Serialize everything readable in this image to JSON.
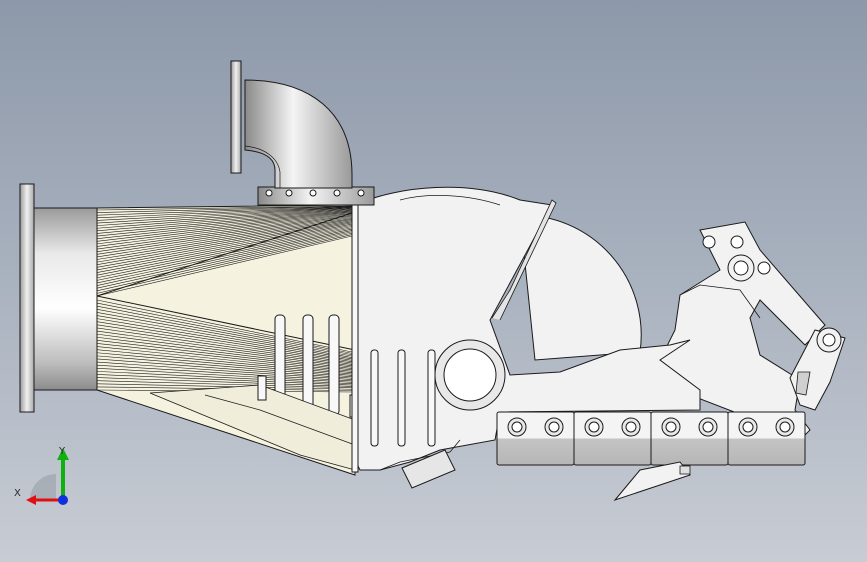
{
  "viewport": {
    "background_top": "#8d98a9",
    "background_bottom": "#c8ccd4"
  },
  "model": {
    "parts": [
      "inlet-flange",
      "inlet-pipe",
      "conical-screen",
      "elbow-pipe",
      "elbow-flange",
      "mounting-flange",
      "housing-body",
      "rotor-disc",
      "drive-pulley",
      "support-arm",
      "cylinder-linkage",
      "pivot-pins",
      "cutter-bar-blocks",
      "blade-tip"
    ],
    "colors": {
      "metal_light": "#f2f2f2",
      "metal_shade": "#b9b9b9",
      "screen_fill": "#f5f2df",
      "edge": "#1a1a1a",
      "block_face": "#c9c9c9"
    }
  },
  "triad": {
    "x_label": "X",
    "y_label": "Y",
    "x_color": "#e01010",
    "y_color": "#10b010",
    "z_color": "#1030e0"
  }
}
